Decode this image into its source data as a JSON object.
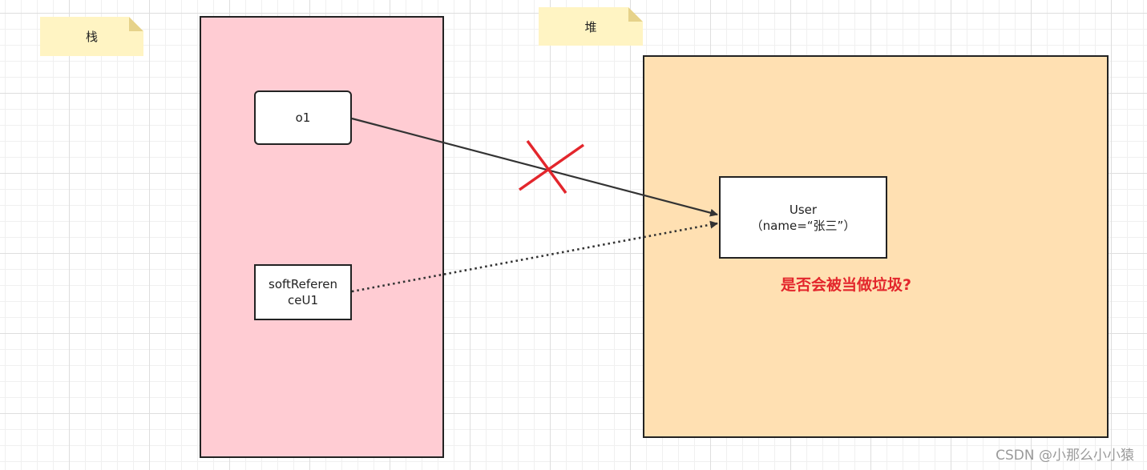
{
  "notes": {
    "stack": "栈",
    "heap": "堆"
  },
  "stack_region": {
    "fill": "#ffccd3"
  },
  "heap_region": {
    "fill": "#ffe0b2"
  },
  "nodes": {
    "o1": "o1",
    "soft_ref_line1": "softReferen",
    "soft_ref_line2": "ceU1",
    "user_line1": "User",
    "user_line2": "（name=“张三”）"
  },
  "question": "是否会被当做垃圾?",
  "watermark": "CSDN @小那么小小猿",
  "colors": {
    "line": "#333333",
    "cross": "#e3262c"
  }
}
